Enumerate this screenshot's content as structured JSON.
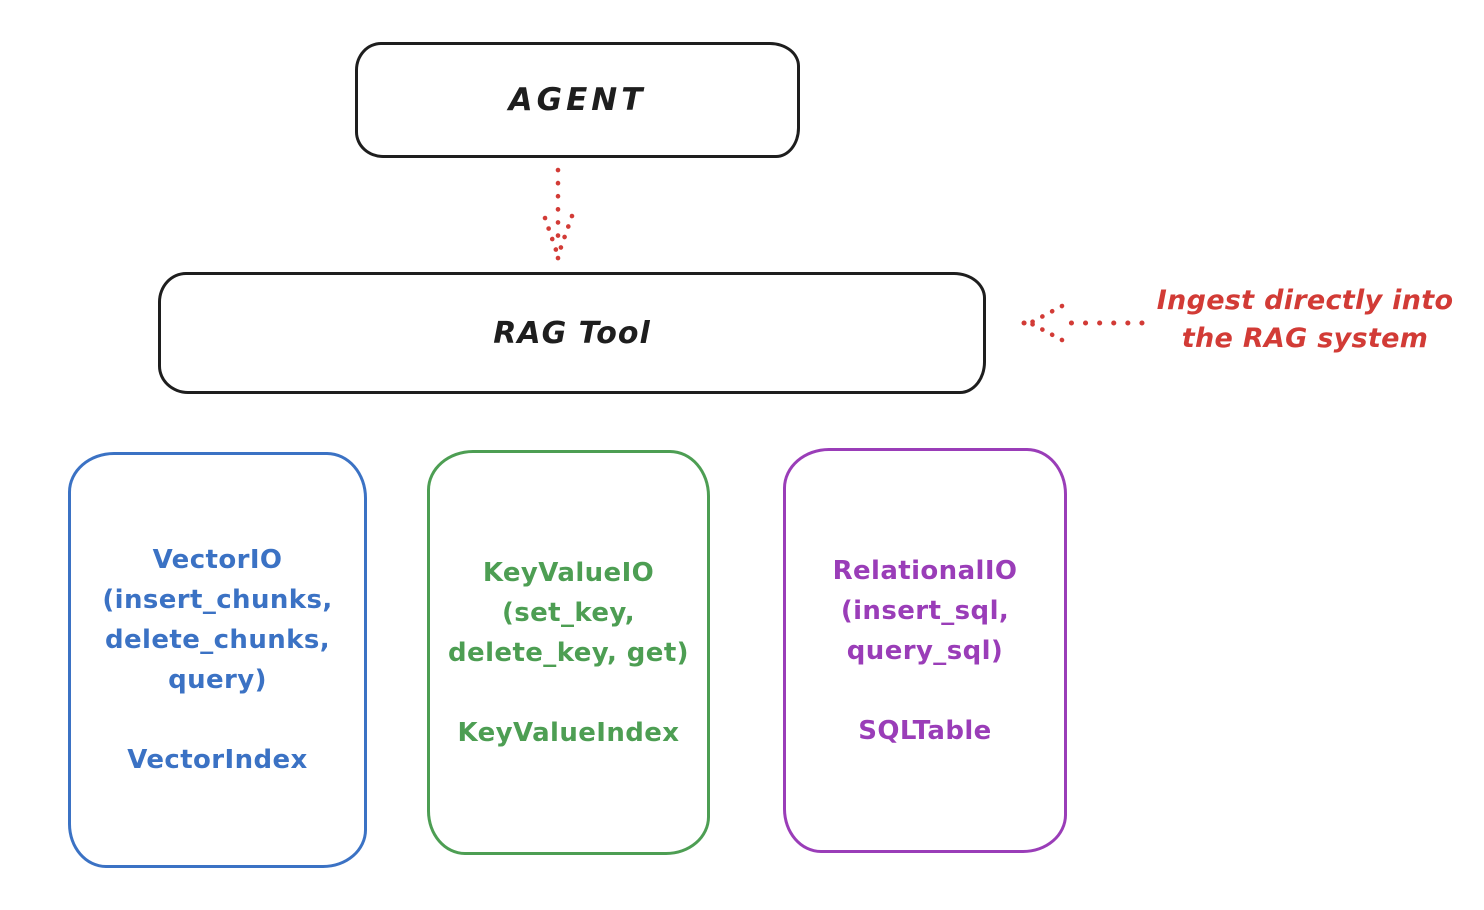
{
  "colors": {
    "ink": "#1e1e1e",
    "red": "#d23b36",
    "blue": "#3b72c4",
    "green": "#4d9e53",
    "purple": "#9a3db8"
  },
  "nodes": {
    "agent": {
      "label": "AGENT"
    },
    "rag_tool": {
      "label": "RAG Tool"
    },
    "vector_io": {
      "lines": [
        "VectorIO",
        "(insert_chunks,",
        "delete_chunks,",
        "query)"
      ],
      "index_label": "VectorIndex"
    },
    "key_value_io": {
      "lines": [
        "KeyValueIO",
        "(set_key,",
        "delete_key, get)"
      ],
      "index_label": "KeyValueIndex"
    },
    "relational_io": {
      "lines": [
        "RelationalIO",
        "(insert_sql,",
        "query_sql)"
      ],
      "index_label": "SQLTable"
    }
  },
  "annotation": {
    "line1": "Ingest directly into",
    "line2": "the RAG system"
  }
}
